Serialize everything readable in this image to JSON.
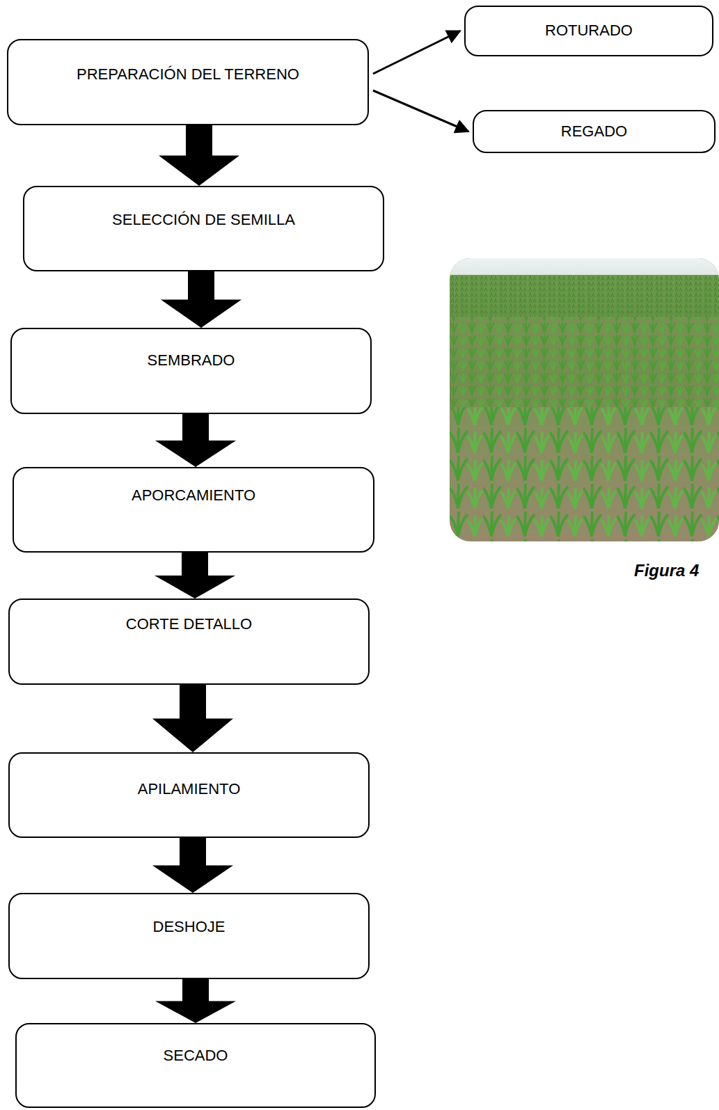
{
  "diagram": {
    "nodes": [
      {
        "text": [
          "PREPARACIÓN DEL TERRENO"
        ]
      },
      {
        "text": [
          "ROTURADO"
        ]
      },
      {
        "text": [
          "REGADO"
        ]
      },
      {
        "text": [
          "SELECCIÓN DE SEMILLA"
        ]
      },
      {
        "text": [
          "SEMBRADO"
        ]
      },
      {
        "text": [
          "APORCAMIENTO"
        ]
      },
      {
        "text": [
          "CORTE DETALLO"
        ]
      },
      {
        "text": [
          "APILAMIENTO"
        ]
      },
      {
        "text": [
          "DESHOJE"
        ]
      },
      {
        "text": [
          "SECADO"
        ]
      }
    ],
    "edges": [
      {
        "from": 0,
        "to": 1,
        "arrow": "to"
      },
      {
        "from": 0,
        "to": 2,
        "arrow": "to"
      },
      {
        "from": 0,
        "to": 3,
        "arrow": "to"
      },
      {
        "from": 3,
        "to": 4,
        "arrow": "to"
      },
      {
        "from": 4,
        "to": 5,
        "arrow": "to"
      },
      {
        "from": 5,
        "to": 6,
        "arrow": "to"
      },
      {
        "from": 6,
        "to": 7,
        "arrow": "to"
      },
      {
        "from": 7,
        "to": 8,
        "arrow": "to"
      },
      {
        "from": 8,
        "to": 9,
        "arrow": "to"
      }
    ],
    "labels": [
      "Figura 4"
    ]
  }
}
